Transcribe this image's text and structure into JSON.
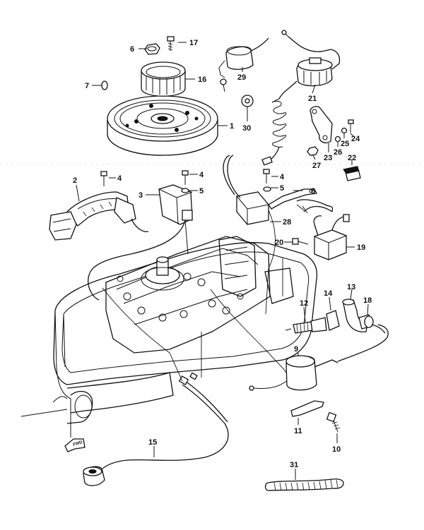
{
  "diagram": {
    "labels": {
      "p1": "1",
      "p2": "2",
      "p3": "3",
      "p4a": "4",
      "p4b": "4",
      "p4c": "4",
      "p5a": "5",
      "p5b": "5",
      "p6": "6",
      "p7": "7",
      "p8": "8",
      "p9": "9",
      "p10": "10",
      "p11": "11",
      "p12": "12",
      "p13": "13",
      "p14": "14",
      "p15": "15",
      "p16": "16",
      "p17": "17",
      "p18": "18",
      "p19": "19",
      "p20": "20",
      "p21": "21",
      "p22": "22",
      "p23": "23",
      "p24": "24",
      "p25": "25",
      "p26": "26",
      "p27": "27",
      "p28": "28",
      "p29": "29",
      "p30": "30",
      "p31": "31"
    },
    "direction_marker": "FWD"
  }
}
